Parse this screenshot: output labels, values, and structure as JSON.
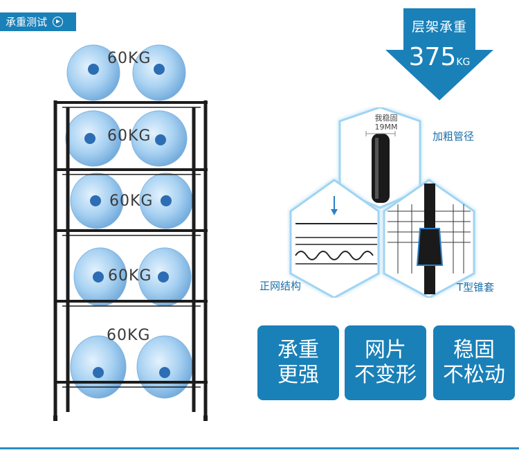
{
  "tag": {
    "label": "承重测试"
  },
  "weight": {
    "title": "层架承重",
    "value": "375",
    "unit": "KG"
  },
  "shelf_loads": [
    "60KG",
    "60KG",
    "60KG",
    "60KG",
    "60KG"
  ],
  "callouts": {
    "tube_inner_label": "我稳固",
    "tube_size": "19MM",
    "tube": "加粗管径",
    "mesh": "正网结构",
    "sleeve": "T型锥套"
  },
  "features": [
    {
      "line1": "承重",
      "line2": "更强"
    },
    {
      "line1": "网片",
      "line2": "不变形"
    },
    {
      "line1": "稳固",
      "line2": "不松动"
    }
  ],
  "colors": {
    "accent": "#1a80b8",
    "rack": "#1c1c1c",
    "bottle": "#8fc1ea"
  }
}
